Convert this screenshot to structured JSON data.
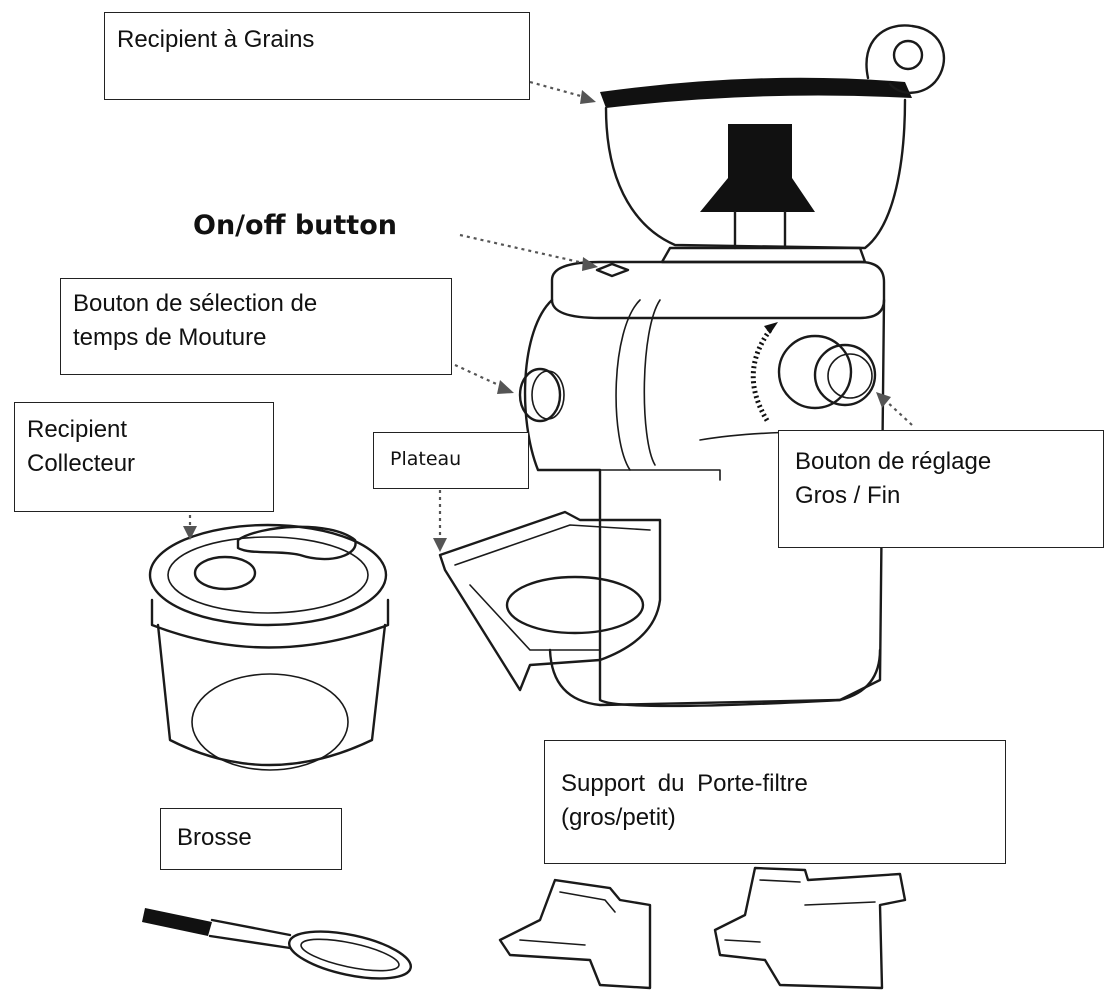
{
  "labels": {
    "bean_hopper": "Recipient à Grains",
    "on_off_button": "On/off button",
    "grind_time_selector_line1": "Bouton de sélection de",
    "grind_time_selector_line2": "temps de Mouture",
    "collector_line1": "Recipient",
    "collector_line2": "Collecteur",
    "tray": "Plateau",
    "coarse_fine_line1": "Bouton de réglage",
    "coarse_fine_line2": "Gros / Fin",
    "brush": "Brosse",
    "portafilter_support_line1": "Support du Porte-filtre",
    "portafilter_support_line2": "(gros/petit)"
  }
}
